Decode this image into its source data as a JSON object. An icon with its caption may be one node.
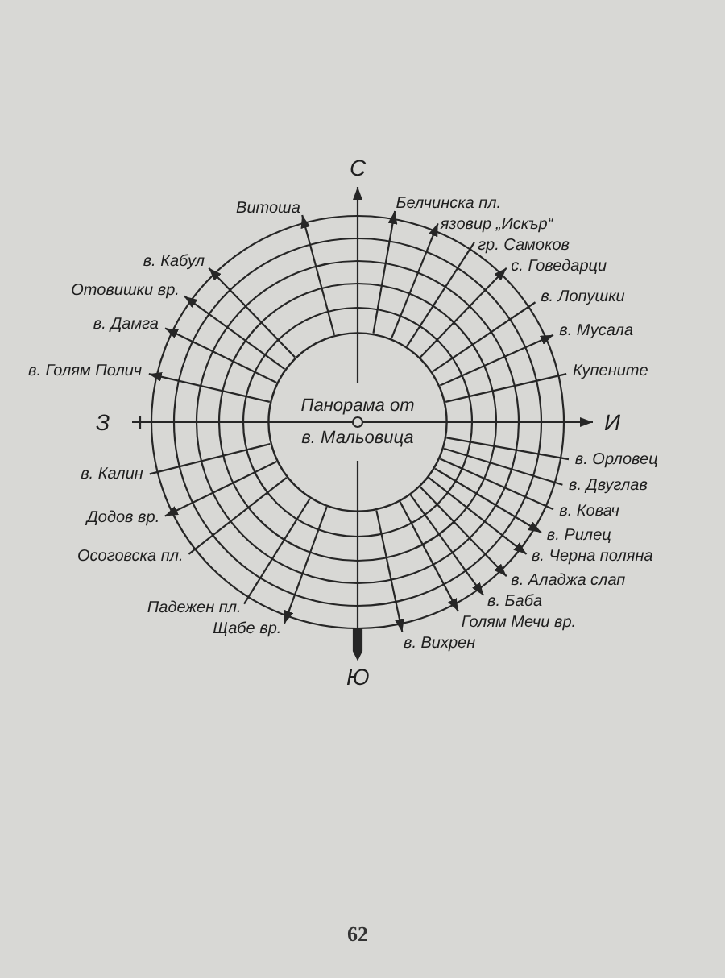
{
  "diagram": {
    "nodes": [
      {
        "text": [
          "Панорама от в. Мальовица"
        ]
      }
    ],
    "labels": [
      "С",
      "Белчинска пл.",
      "язовир „Искър“",
      "гр. Самоков",
      "с. Говедарци",
      "в. Лопушки",
      "в. Мусала",
      "Купените",
      "И",
      "в. Орловец",
      "в. Двуглав",
      "в. Ковач",
      "в. Рилец",
      "в. Черна поляна",
      "в. Аладжа слап",
      "в. Баба",
      "Голям Мечи вр.",
      "в. Вихрен",
      "Ю",
      "Щабе вр.",
      "Падежен пл.",
      "Осоговска пл.",
      "Додов вр.",
      "в. Калин",
      "З",
      "в. Голям Полич",
      "в. Дамга",
      "Отовишки вр.",
      "в. Кабул",
      "Витоша",
      "62"
    ]
  }
}
